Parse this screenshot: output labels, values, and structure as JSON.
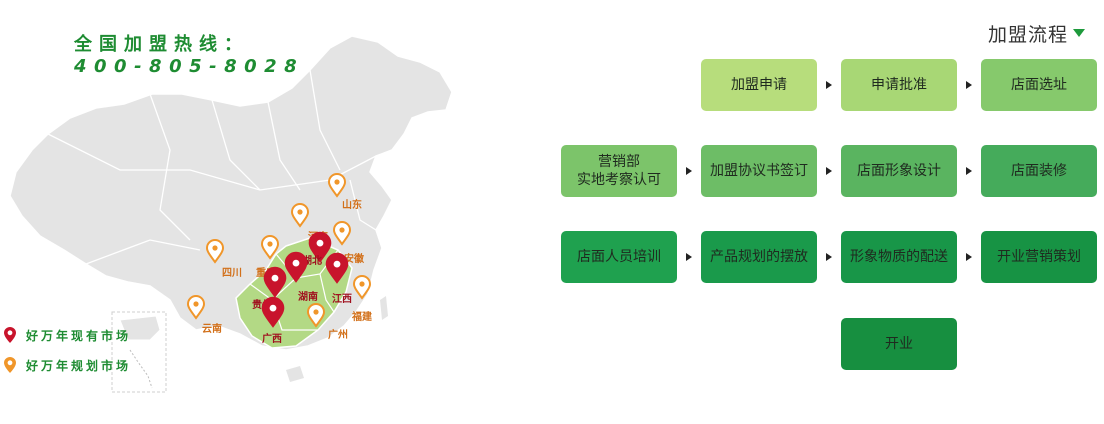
{
  "hotline": {
    "label": "全国加盟热线：",
    "phone": "400-805-8028"
  },
  "map": {
    "cities_existing": [
      {
        "name": "湖北"
      },
      {
        "name": "湖南"
      },
      {
        "name": "贵州"
      },
      {
        "name": "江西"
      },
      {
        "name": "广西"
      }
    ],
    "cities_planned": [
      {
        "name": "山东"
      },
      {
        "name": "河南"
      },
      {
        "name": "安徽"
      },
      {
        "name": "四川"
      },
      {
        "name": "重庆"
      },
      {
        "name": "云南"
      },
      {
        "name": "福建"
      },
      {
        "name": "广州"
      }
    ],
    "colors": {
      "land": "#e4e4e4",
      "border": "#ffffff",
      "highlight": "#b3d985",
      "pin_existing": "#c8142c",
      "pin_planned": "#f0962a"
    }
  },
  "legend": {
    "existing": "好万年现有市场",
    "planned": "好万年规划市场"
  },
  "flow": {
    "title": "加盟流程",
    "steps": [
      {
        "label": "加盟申请",
        "color": "#b7dd7c"
      },
      {
        "label": "申请批准",
        "color": "#a8d775"
      },
      {
        "label": "店面选址",
        "color": "#86c96c"
      },
      {
        "label": "营销部\n实地考察认可",
        "color": "#7cc46a"
      },
      {
        "label": "加盟协议书签订",
        "color": "#6dbd66"
      },
      {
        "label": "店面形象设计",
        "color": "#5ab460"
      },
      {
        "label": "店面装修",
        "color": "#45ab5b"
      },
      {
        "label": "店面人员培训",
        "color": "#1fa14f"
      },
      {
        "label": "产品规划的摆放",
        "color": "#1a9a4b"
      },
      {
        "label": "形象物质的配送",
        "color": "#189648"
      },
      {
        "label": "开业营销策划",
        "color": "#179344"
      },
      {
        "label": "开业",
        "color": "#178f40"
      }
    ]
  }
}
